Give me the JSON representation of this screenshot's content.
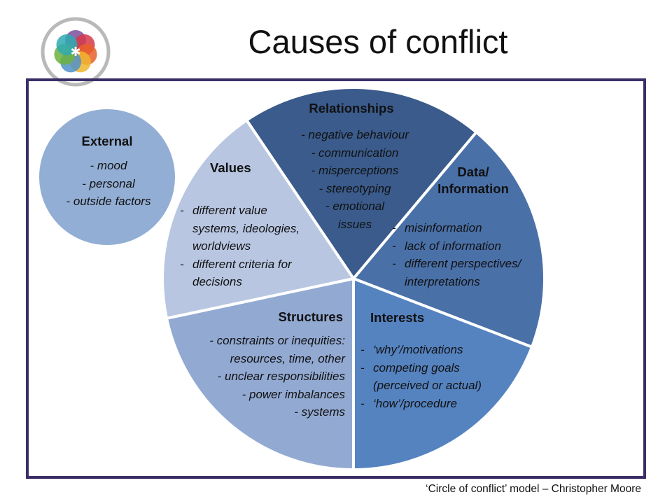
{
  "title": "Causes of conflict",
  "caption": "‘Circle of conflict’ model – Christopher Moore",
  "colors": {
    "frame": "#3b2e66",
    "external": "#92aed4",
    "relationships": "#3a5b8b",
    "data_information": "#4a70a8",
    "interests": "#5583c0",
    "structures": "#92a9d2",
    "values": "#b8c6e2"
  },
  "logo": {
    "icon": "flower-logo-icon",
    "petal_colors": [
      "#7a4d9c",
      "#d7384a",
      "#e8602a",
      "#f1b52e",
      "#4e92c9",
      "#6db13d",
      "#2eaab2"
    ]
  },
  "external": {
    "label": "External",
    "items": [
      "mood",
      "personal",
      "outside factors"
    ]
  },
  "segments": {
    "relationships": {
      "label": "Relationships",
      "items": [
        "negative behaviour",
        "communication",
        "misperceptions",
        "stereotyping",
        "emotional",
        "issues"
      ]
    },
    "data_information": {
      "label_line1": "Data/",
      "label_line2": "Information",
      "items": [
        "misinformation",
        "lack of information",
        "different perspectives/",
        "interpretations"
      ]
    },
    "interests": {
      "label": "Interests",
      "items": [
        "‘why’/motivations",
        "competing goals",
        "(perceived or actual)",
        "‘how’/procedure"
      ]
    },
    "structures": {
      "label": "Structures",
      "items": [
        "constraints or inequities:",
        "resources, time, other",
        "unclear responsibilities",
        "power imbalances",
        "systems"
      ]
    },
    "values": {
      "label": "Values",
      "items": [
        "different value",
        "systems, ideologies,",
        "worldviews",
        "different criteria for",
        "decisions"
      ]
    }
  }
}
